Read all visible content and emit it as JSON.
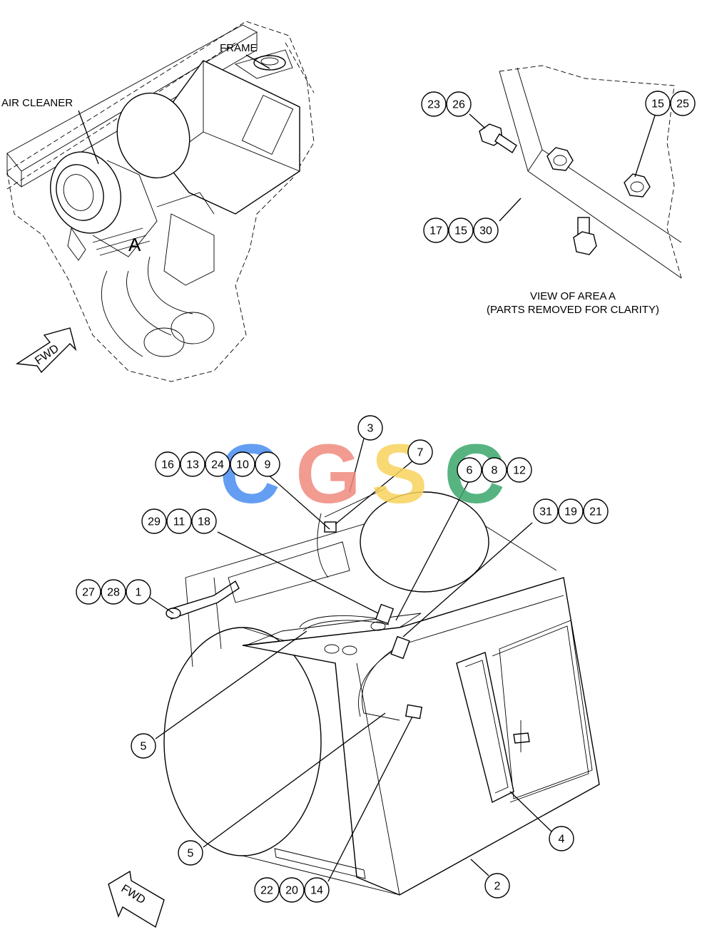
{
  "labels": {
    "frame": "FRAME",
    "air_cleaner": "AIR CLEANER",
    "area_marker": "A",
    "view_title": "VIEW OF AREA A",
    "view_subtitle": "(PARTS REMOVED FOR CLARITY)",
    "fwd_top": "FWD",
    "fwd_bottom": "FWD"
  },
  "watermark": {
    "letters": [
      "C",
      "G",
      "S",
      "C"
    ],
    "colors": [
      "#4a8ef0",
      "#f08a7e",
      "#f7d35c",
      "#3aa86b"
    ]
  },
  "callouts": {
    "g_23_26": [
      "23",
      "26"
    ],
    "g_15_25": [
      "15",
      "25"
    ],
    "g_17_15_30": [
      "17",
      "15",
      "30"
    ],
    "g_3": [
      "3"
    ],
    "g_7": [
      "7"
    ],
    "g_16_13_24_10_9": [
      "16",
      "13",
      "24",
      "10",
      "9"
    ],
    "g_6_8_12": [
      "6",
      "8",
      "12"
    ],
    "g_29_11_18": [
      "29",
      "11",
      "18"
    ],
    "g_31_19_21": [
      "31",
      "19",
      "21"
    ],
    "g_27_28_1": [
      "27",
      "28",
      "1"
    ],
    "g_5a": [
      "5"
    ],
    "g_5b": [
      "5"
    ],
    "g_4": [
      "4"
    ],
    "g_2": [
      "2"
    ],
    "g_22_20_14": [
      "22",
      "20",
      "14"
    ]
  }
}
